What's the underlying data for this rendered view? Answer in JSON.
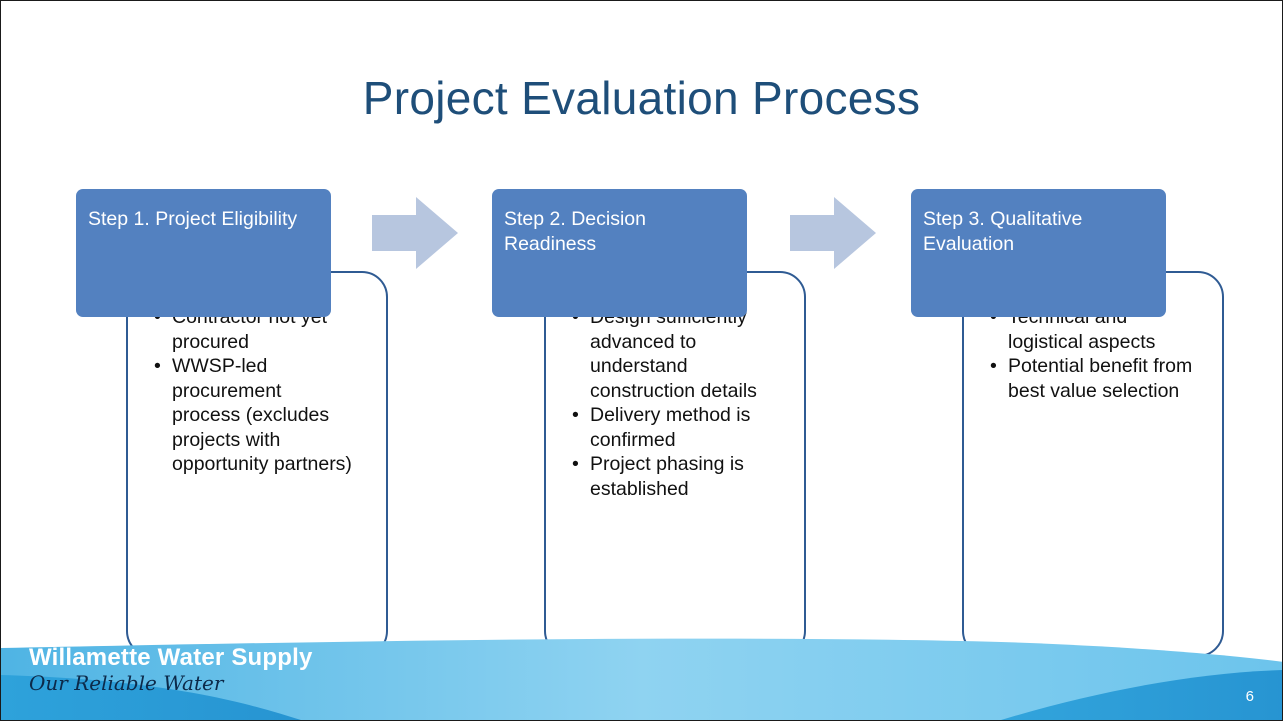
{
  "slide": {
    "title": "Project Evaluation Process",
    "steps": [
      {
        "heading": "Step 1. Project Eligibility",
        "bullets": [
          "Contractor not yet procured",
          "WWSP-led procurement process (excludes projects with opportunity partners)"
        ]
      },
      {
        "heading": "Step 2. Decision Readiness",
        "bullets": [
          "Design sufficiently advanced to understand construction details",
          "Delivery method is confirmed",
          "Project phasing is established"
        ]
      },
      {
        "heading": "Step 3. Qualitative Evaluation",
        "bullets": [
          "Technical and logistical aspects",
          "Potential benefit from best value selection"
        ]
      }
    ],
    "footer": {
      "brand_name": "Willamette Water Supply",
      "tagline": "Our Reliable Water",
      "page_number": "6"
    },
    "colors": {
      "title": "#1e4e79",
      "step_header": "#5381c0",
      "step_border": "#2f5b93",
      "arrow": "#b7c6df",
      "footer_light": "#8fd3f1",
      "footer_dark": "#1f9ad6"
    },
    "icons": [
      "right-arrow-icon",
      "right-arrow-icon"
    ]
  }
}
